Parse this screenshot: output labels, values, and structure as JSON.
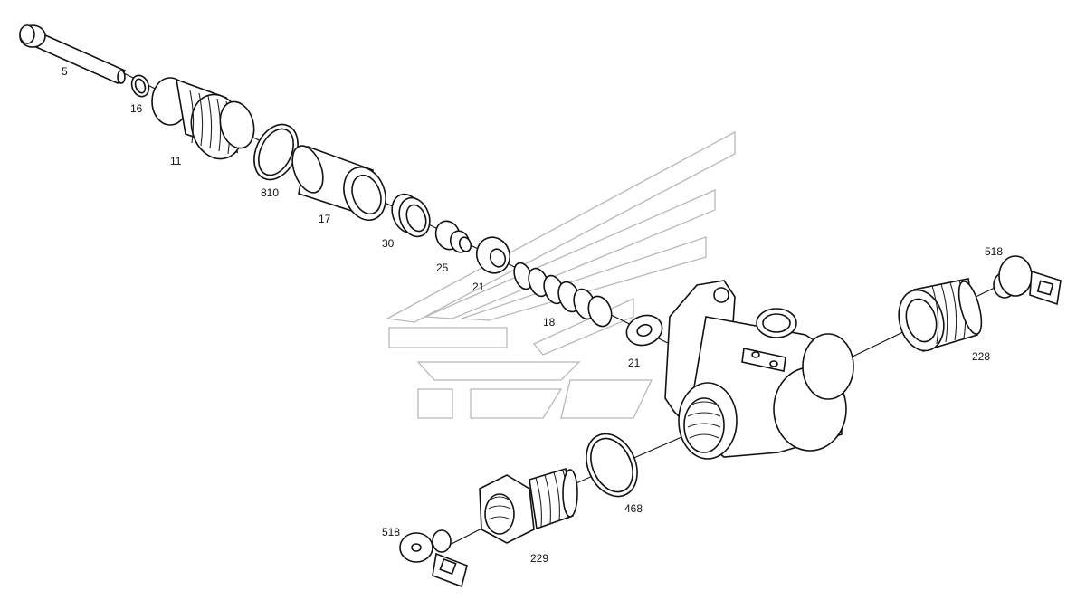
{
  "labels": {
    "p5": "5",
    "p16": "16",
    "p11": "11",
    "p810": "810",
    "p17": "17",
    "p30": "30",
    "p25": "25",
    "p21a": "21",
    "p18": "18",
    "p21b": "21",
    "p518a": "518",
    "p228": "228",
    "p468": "468",
    "p518b": "518",
    "p229": "229"
  }
}
